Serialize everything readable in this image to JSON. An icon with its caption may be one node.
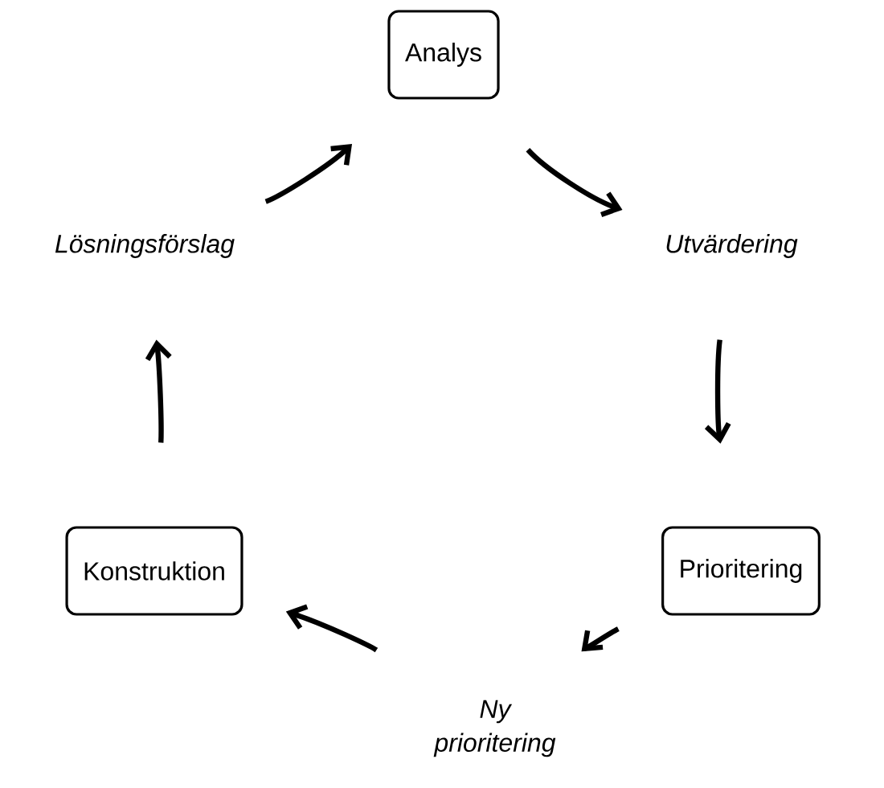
{
  "diagram": {
    "nodes": [
      {
        "text": [
          "Analys"
        ]
      },
      {
        "text": [
          "Utvärdering"
        ]
      },
      {
        "text": [
          "Prioritering"
        ]
      },
      {
        "text": [
          "Ny prioritering"
        ]
      },
      {
        "text": [
          "Konstruktion"
        ]
      },
      {
        "text": [
          "Lösningsförslag"
        ]
      }
    ],
    "edges": [
      {
        "from": 0,
        "to": 1,
        "arrow": "to"
      },
      {
        "from": 1,
        "to": 2,
        "arrow": "to"
      },
      {
        "from": 2,
        "to": 3,
        "arrow": "to"
      },
      {
        "from": 3,
        "to": 4,
        "arrow": "to"
      },
      {
        "from": 4,
        "to": 5,
        "arrow": "to"
      },
      {
        "from": 5,
        "to": 0,
        "arrow": "to"
      }
    ]
  }
}
